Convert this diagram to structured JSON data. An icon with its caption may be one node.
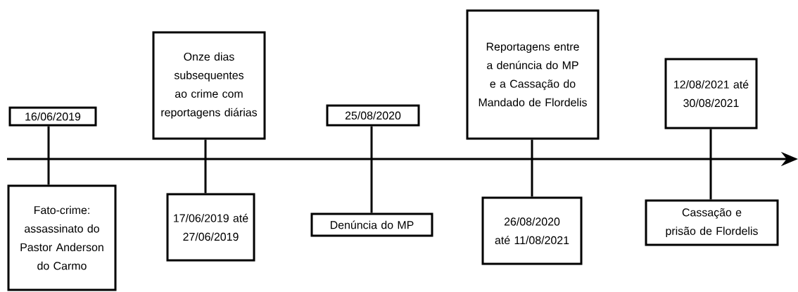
{
  "diagram": {
    "nodes": [
      {
        "text": [
          "16/06/2019"
        ]
      },
      {
        "text": [
          "Fato-crime: assassinato do Pastor Anderson do Carmo"
        ]
      },
      {
        "text": [
          "Onze dias subsequentes ao crime com reportagens diárias"
        ]
      },
      {
        "text": [
          "17/06/2019 até 27/06/2019"
        ]
      },
      {
        "text": [
          "25/08/2020"
        ]
      },
      {
        "text": [
          "Denúncia do MP"
        ]
      },
      {
        "text": [
          "Reportagens entre a denúncia do MP e a Cassação do Mandado de Flordelis"
        ]
      },
      {
        "text": [
          "26/08/2020 até 11/08/2021"
        ]
      },
      {
        "text": [
          "12/08/2021 até 30/08/2021"
        ]
      },
      {
        "text": [
          "Cassação e prisão de Flordelis"
        ]
      }
    ],
    "edges": [
      {
        "from": 0,
        "to": 1,
        "arrow": "none"
      },
      {
        "from": 2,
        "to": 3,
        "arrow": "none"
      },
      {
        "from": 4,
        "to": 5,
        "arrow": "none"
      },
      {
        "from": 6,
        "to": 7,
        "arrow": "none"
      },
      {
        "from": 8,
        "to": 9,
        "arrow": "none"
      }
    ]
  }
}
